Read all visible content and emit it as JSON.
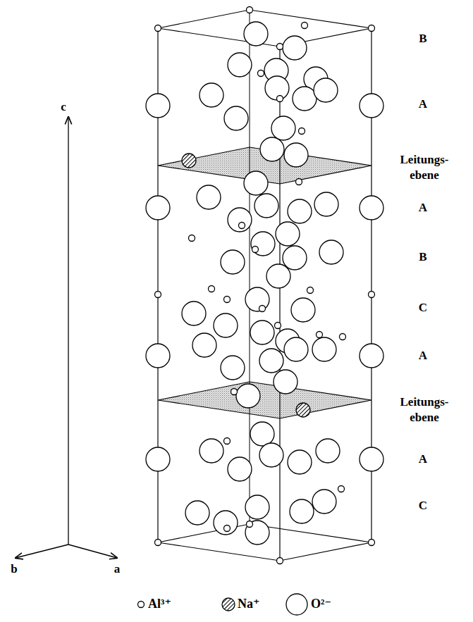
{
  "diagram": {
    "labels": [
      "B",
      "A",
      "Leitungs- ebene",
      "A",
      "B",
      "C",
      "A",
      "Leitungs- ebene",
      "A",
      "C",
      "c",
      "b",
      "a"
    ],
    "legend": [
      {
        "text": "Al³⁺"
      },
      {
        "text": "Na⁺"
      },
      {
        "text": "O²⁻"
      }
    ]
  }
}
